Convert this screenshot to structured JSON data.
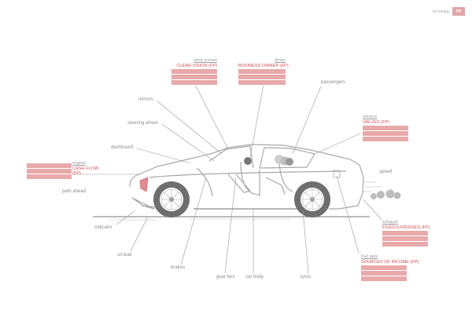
{
  "header": {
    "title": "Kid Ready",
    "badge": "FP"
  },
  "labels": {
    "mirrors": "mirrors",
    "steering_wheel": "steering wheel",
    "dashboard": "dashboard",
    "passengers": "passengers",
    "speed": "speed",
    "path_ahead": "path ahead",
    "indicator": "indicator",
    "oil_leak": "oil leak",
    "brakes": "brakes",
    "gear_box": "gear box",
    "car_body": "car body",
    "tyres": "tyres"
  },
  "groups": {
    "windscreen": {
      "title": "wind screen",
      "subtitle": "CLEAR VISION (FP)"
    },
    "driver": {
      "title": "driver",
      "subtitle": "BUSINESS OWNER (FP)"
    },
    "stereos": {
      "title": "stereos",
      "subtitle": "VALUES (FP)"
    },
    "engine": {
      "title": "engine",
      "subtitle": "CASH FLOW",
      "subtitle2": "(FP)"
    },
    "exhaust": {
      "title": "exhaust",
      "subtitle": "FIXED EXPENSES (FP)"
    },
    "fuel_tank": {
      "title": "fuel tank",
      "subtitle": "SOURCES OF INCOME (FP)"
    }
  },
  "colors": {
    "accent": "#d24f56",
    "box_fill": "#e8a9ab",
    "line": "#9a9a9a",
    "car_line": "#a8a8a8",
    "tyre": "#6e6e6e"
  }
}
